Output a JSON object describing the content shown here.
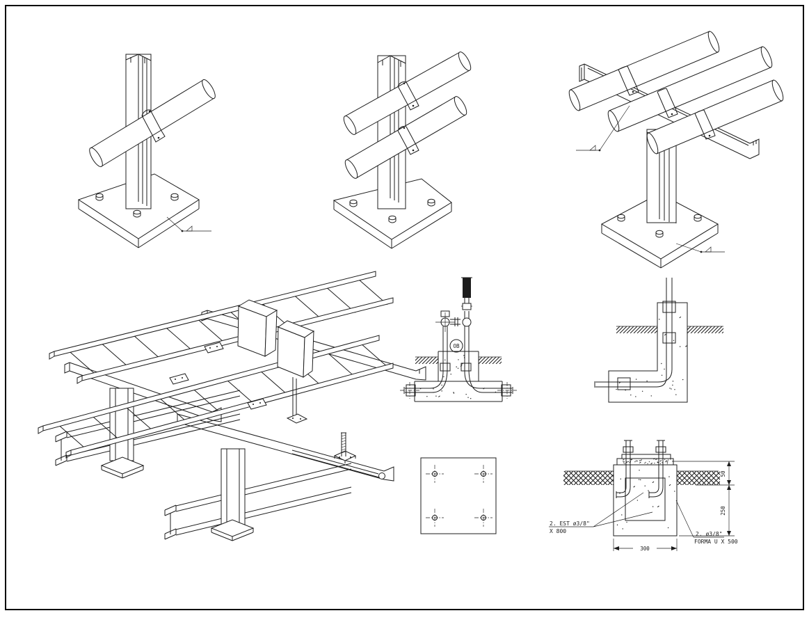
{
  "canvas": {
    "background": "#ffffff",
    "ink": "#1c1c1c",
    "border_color": "#000000"
  },
  "stub_up_detail": {
    "callout": "OB"
  },
  "foundation_detail": {
    "dim_top": "50",
    "dim_depth": "250",
    "dim_width": "300",
    "note_anchors_line1": "2. EST ø3/8\"",
    "note_anchors_line2": "X 800",
    "note_ubars_line1": "2. ø3/8\"",
    "note_ubars_line2": "FORMA U X 500"
  }
}
